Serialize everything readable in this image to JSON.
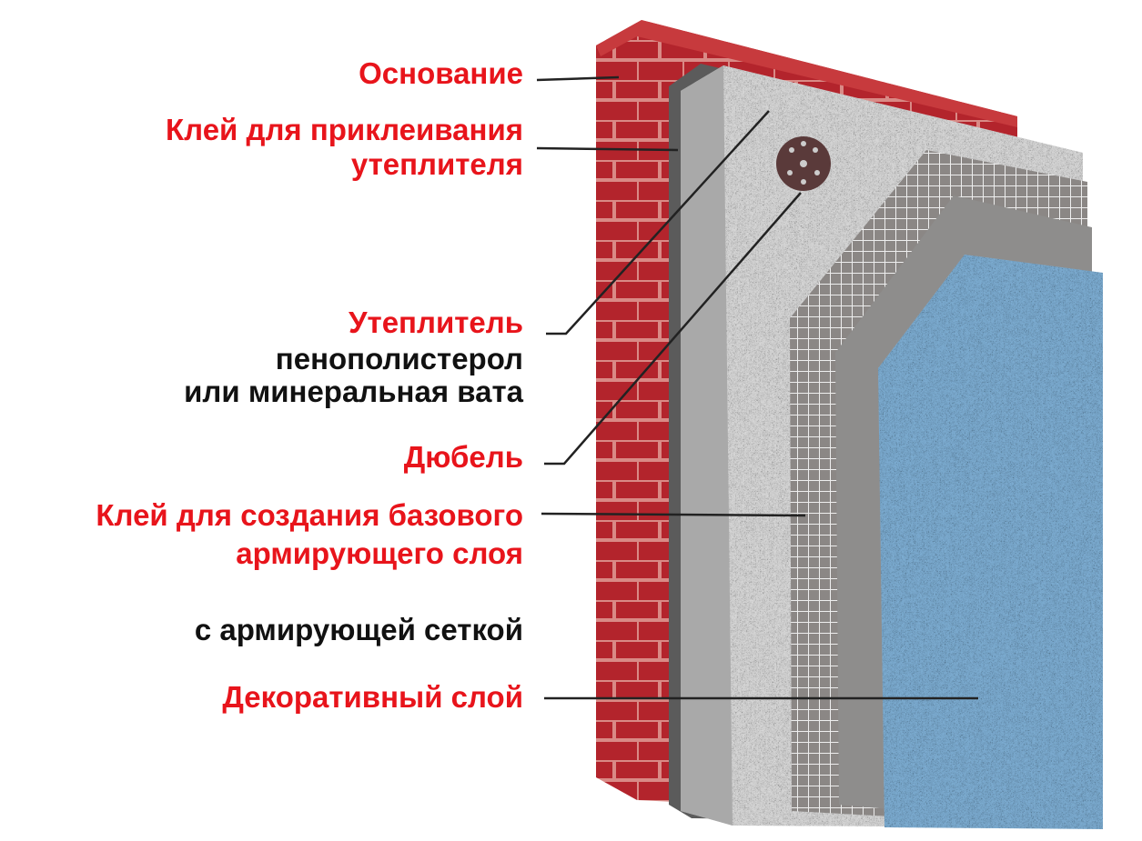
{
  "labels": {
    "base": "Основание",
    "insulation_glue_1": "Клей для приклеивания",
    "insulation_glue_2": "утеплителя",
    "insulation": "Утеплитель",
    "insulation_sub_1": "пенополистерол",
    "insulation_sub_2": "или минеральная вата",
    "dowel": "Дюбель",
    "base_glue_1": "Клей для создания базового",
    "base_glue_2": "армирующего слоя",
    "mesh": "с армирующей сеткой",
    "decor": "Декоративный слой"
  },
  "colors": {
    "label_red": "#e8141b",
    "label_black": "#111111",
    "brick": "#b5232b",
    "insulation": "#d9d9d9",
    "decor": "#7fb0d6"
  }
}
